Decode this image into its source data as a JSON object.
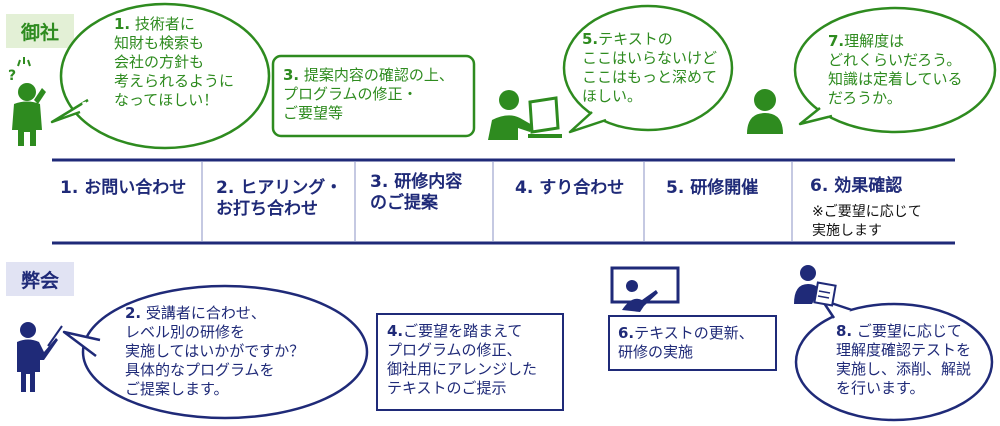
{
  "labels": {
    "client": "御社",
    "company": "弊会"
  },
  "colors": {
    "green": "#2e8b1f",
    "navy": "#1f2a78",
    "tag_client_bg": "#e3f0d6",
    "tag_company_bg": "#e1e3f3"
  },
  "client_bubbles": {
    "b1": {
      "num": "1.",
      "lines": [
        "技術者に",
        "知財も検索も",
        "会社の方針も",
        "考えられるように",
        "なってほしい！"
      ]
    },
    "b3": {
      "num": "3.",
      "lines": [
        "提案内容の確認の上、",
        "プログラムの修正・",
        "ご要望等"
      ]
    },
    "b5": {
      "num": "5.",
      "lines": [
        "テキストの",
        "ここはいらないけど",
        "ここはもっと深めて",
        "ほしい。"
      ]
    },
    "b7": {
      "num": "7.",
      "lines": [
        "理解度は",
        "どれくらいだろう。",
        "知識は定着している",
        "だろうか。"
      ]
    }
  },
  "steps": [
    {
      "lines": [
        "1. お問い合わせ"
      ]
    },
    {
      "lines": [
        "2. ヒアリング・",
        "お打ち合わせ"
      ]
    },
    {
      "lines": [
        "3. 研修内容",
        "のご提案"
      ]
    },
    {
      "lines": [
        "4. すり合わせ"
      ]
    },
    {
      "lines": [
        "5. 研修開催"
      ]
    },
    {
      "lines": [
        "6. 効果確認"
      ]
    }
  ],
  "step6_note": [
    "※ご要望に応じて",
    "実施します"
  ],
  "company_bubbles": {
    "b2": {
      "num": "2.",
      "lines": [
        "受講者に合わせ、",
        "レベル別の研修を",
        "実施してはいかがですか？",
        "具体的なプログラムを",
        "ご提案します。"
      ]
    },
    "b4": {
      "num": "4.",
      "lines": [
        "ご要望を踏まえて",
        "プログラムの修正、",
        "御社用にアレンジした",
        "テキストのご提示"
      ]
    },
    "b6": {
      "num": "6.",
      "lines": [
        "テキストの更新、",
        "研修の実施"
      ]
    },
    "b8": {
      "num": "8.",
      "lines": [
        "ご要望に応じて",
        "理解度確認テストを",
        "実施し、添削、解説",
        "を行います。"
      ]
    }
  },
  "icons": [
    "confused-person-icon",
    "person-at-computer-icon",
    "person-bust-icon",
    "presenter-pointer-icon",
    "teacher-whiteboard-icon",
    "person-writing-icon"
  ]
}
